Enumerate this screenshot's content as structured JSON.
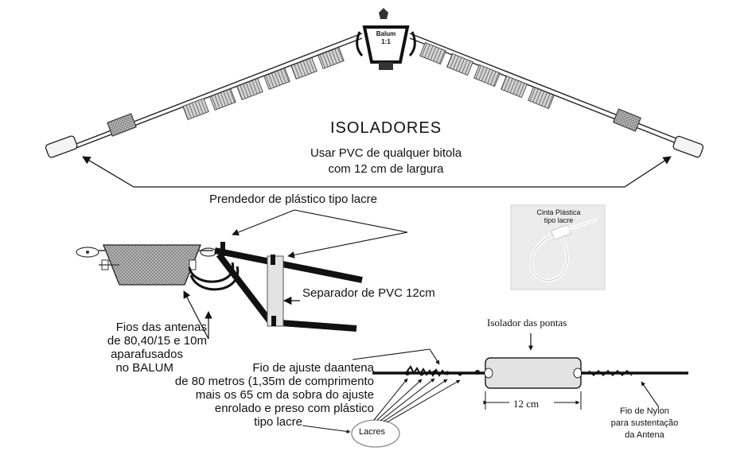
{
  "labels": {
    "isoladores": "ISOLADORES",
    "usar_pvc_line1": "Usar PVC de qualquer bitola",
    "usar_pvc_line2": "com 12 cm de largura",
    "prendedor": "Prendedor de plástico tipo lacre",
    "separador": "Separador de PVC 12cm",
    "fios_line1": "Fios das antenas",
    "fios_line2": "de 80,40/15 e 10m",
    "fios_line3": "aparafusados",
    "fios_line4": "no BALUM",
    "ajuste_line1": "Fio de ajuste daantena",
    "ajuste_line2": "de 80 metros (1,35m de comprimento",
    "ajuste_line3": "mais os 65 cm da sobra do ajuste",
    "ajuste_line4": "enrolado e preso com plástico",
    "ajuste_line5": "tipo lacre",
    "isolador_pontas": "Isolador das pontas",
    "doze_cm": "12 cm",
    "nylon_line1": "Fio de Nylon",
    "nylon_line2": "para sustentação",
    "nylon_line3": "da Antena",
    "lacres": "Lacres",
    "balum_line1": "Balum",
    "balum_line2": "1:1",
    "cinta_line1": "Cinta Plástica",
    "cinta_line2": "tipo lacre"
  },
  "colors": {
    "ink": "#111111",
    "pvc_fill": "#e3e3e3",
    "balum_body": "#8a8a8a",
    "photo_bg": "#ececec"
  }
}
